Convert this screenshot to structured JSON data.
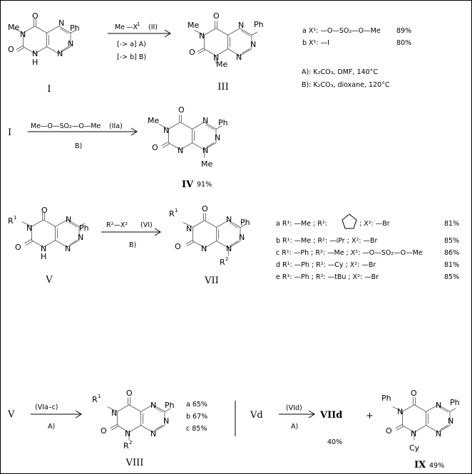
{
  "compounds": {
    "I": "I",
    "III": "III",
    "IV": "IV",
    "V": "V",
    "VII": "VII",
    "VIII": "VIII",
    "IX": "IX",
    "Vd": "Vd",
    "VIId": "VIId"
  },
  "atoms": {
    "O": "O",
    "N": "N",
    "H": "H",
    "Me": "Me",
    "Ph": "Ph",
    "Cy": "Cy",
    "R1": "R",
    "R2": "R",
    "sup1": "1",
    "sup2": "2"
  },
  "yields": {
    "IV": "91%",
    "VIId": "40%",
    "IX": "49%"
  },
  "reaction1": {
    "reagent": "Me",
    "reagent_suffix": "X",
    "reagent_x_sup": "1",
    "reagent_code": "(II)",
    "route_a": "[-> a]  A)",
    "route_b": "[-> b]  B)",
    "variants": [
      {
        "label": "a X¹: —O—SO₂—O—Me",
        "yield": "89%"
      },
      {
        "label": "b X¹: —I",
        "yield": "80%"
      }
    ],
    "conditions": [
      {
        "label": "A):  K₂CO₃,  DMF,  140°C"
      },
      {
        "label": "B):  K₂CO₃,  dioxane,  120°C"
      }
    ]
  },
  "reaction2": {
    "reagent": "Me—O—SO₂—O—Me",
    "reagent_code": "(IIa)",
    "condition": "B)"
  },
  "reaction3": {
    "reagent": "R²—X²",
    "reagent_code": "(VI)",
    "condition": "B)",
    "variants": [
      {
        "label": "a R¹: —Me ; R²: ",
        "after": "; X²: —Br",
        "yield": "81%"
      },
      {
        "label": "b R¹: —Me ; R²: —iPr ; X²: —Br",
        "after": "",
        "yield": "85%"
      },
      {
        "label": "c R¹: —Ph ; R²: —Me ; X²: —O—SO₂—O—Me",
        "after": "",
        "yield": "86%"
      },
      {
        "label": "d R¹: —Ph ; R²: —Cy ; X²: —Br",
        "after": "",
        "yield": "81%"
      },
      {
        "label": "e R¹: —Ph ; R²: —tBu ; X²: —Br",
        "after": "",
        "yield": "85%"
      }
    ]
  },
  "reaction4": {
    "reagent_code": "(VIa–c)",
    "condition": "A)",
    "variants": [
      {
        "label": "a 65%"
      },
      {
        "label": "b 67%"
      },
      {
        "label": "c 85%"
      }
    ]
  },
  "reaction5": {
    "reagent_code": "(VId)",
    "condition": "A)",
    "plus": "+"
  }
}
